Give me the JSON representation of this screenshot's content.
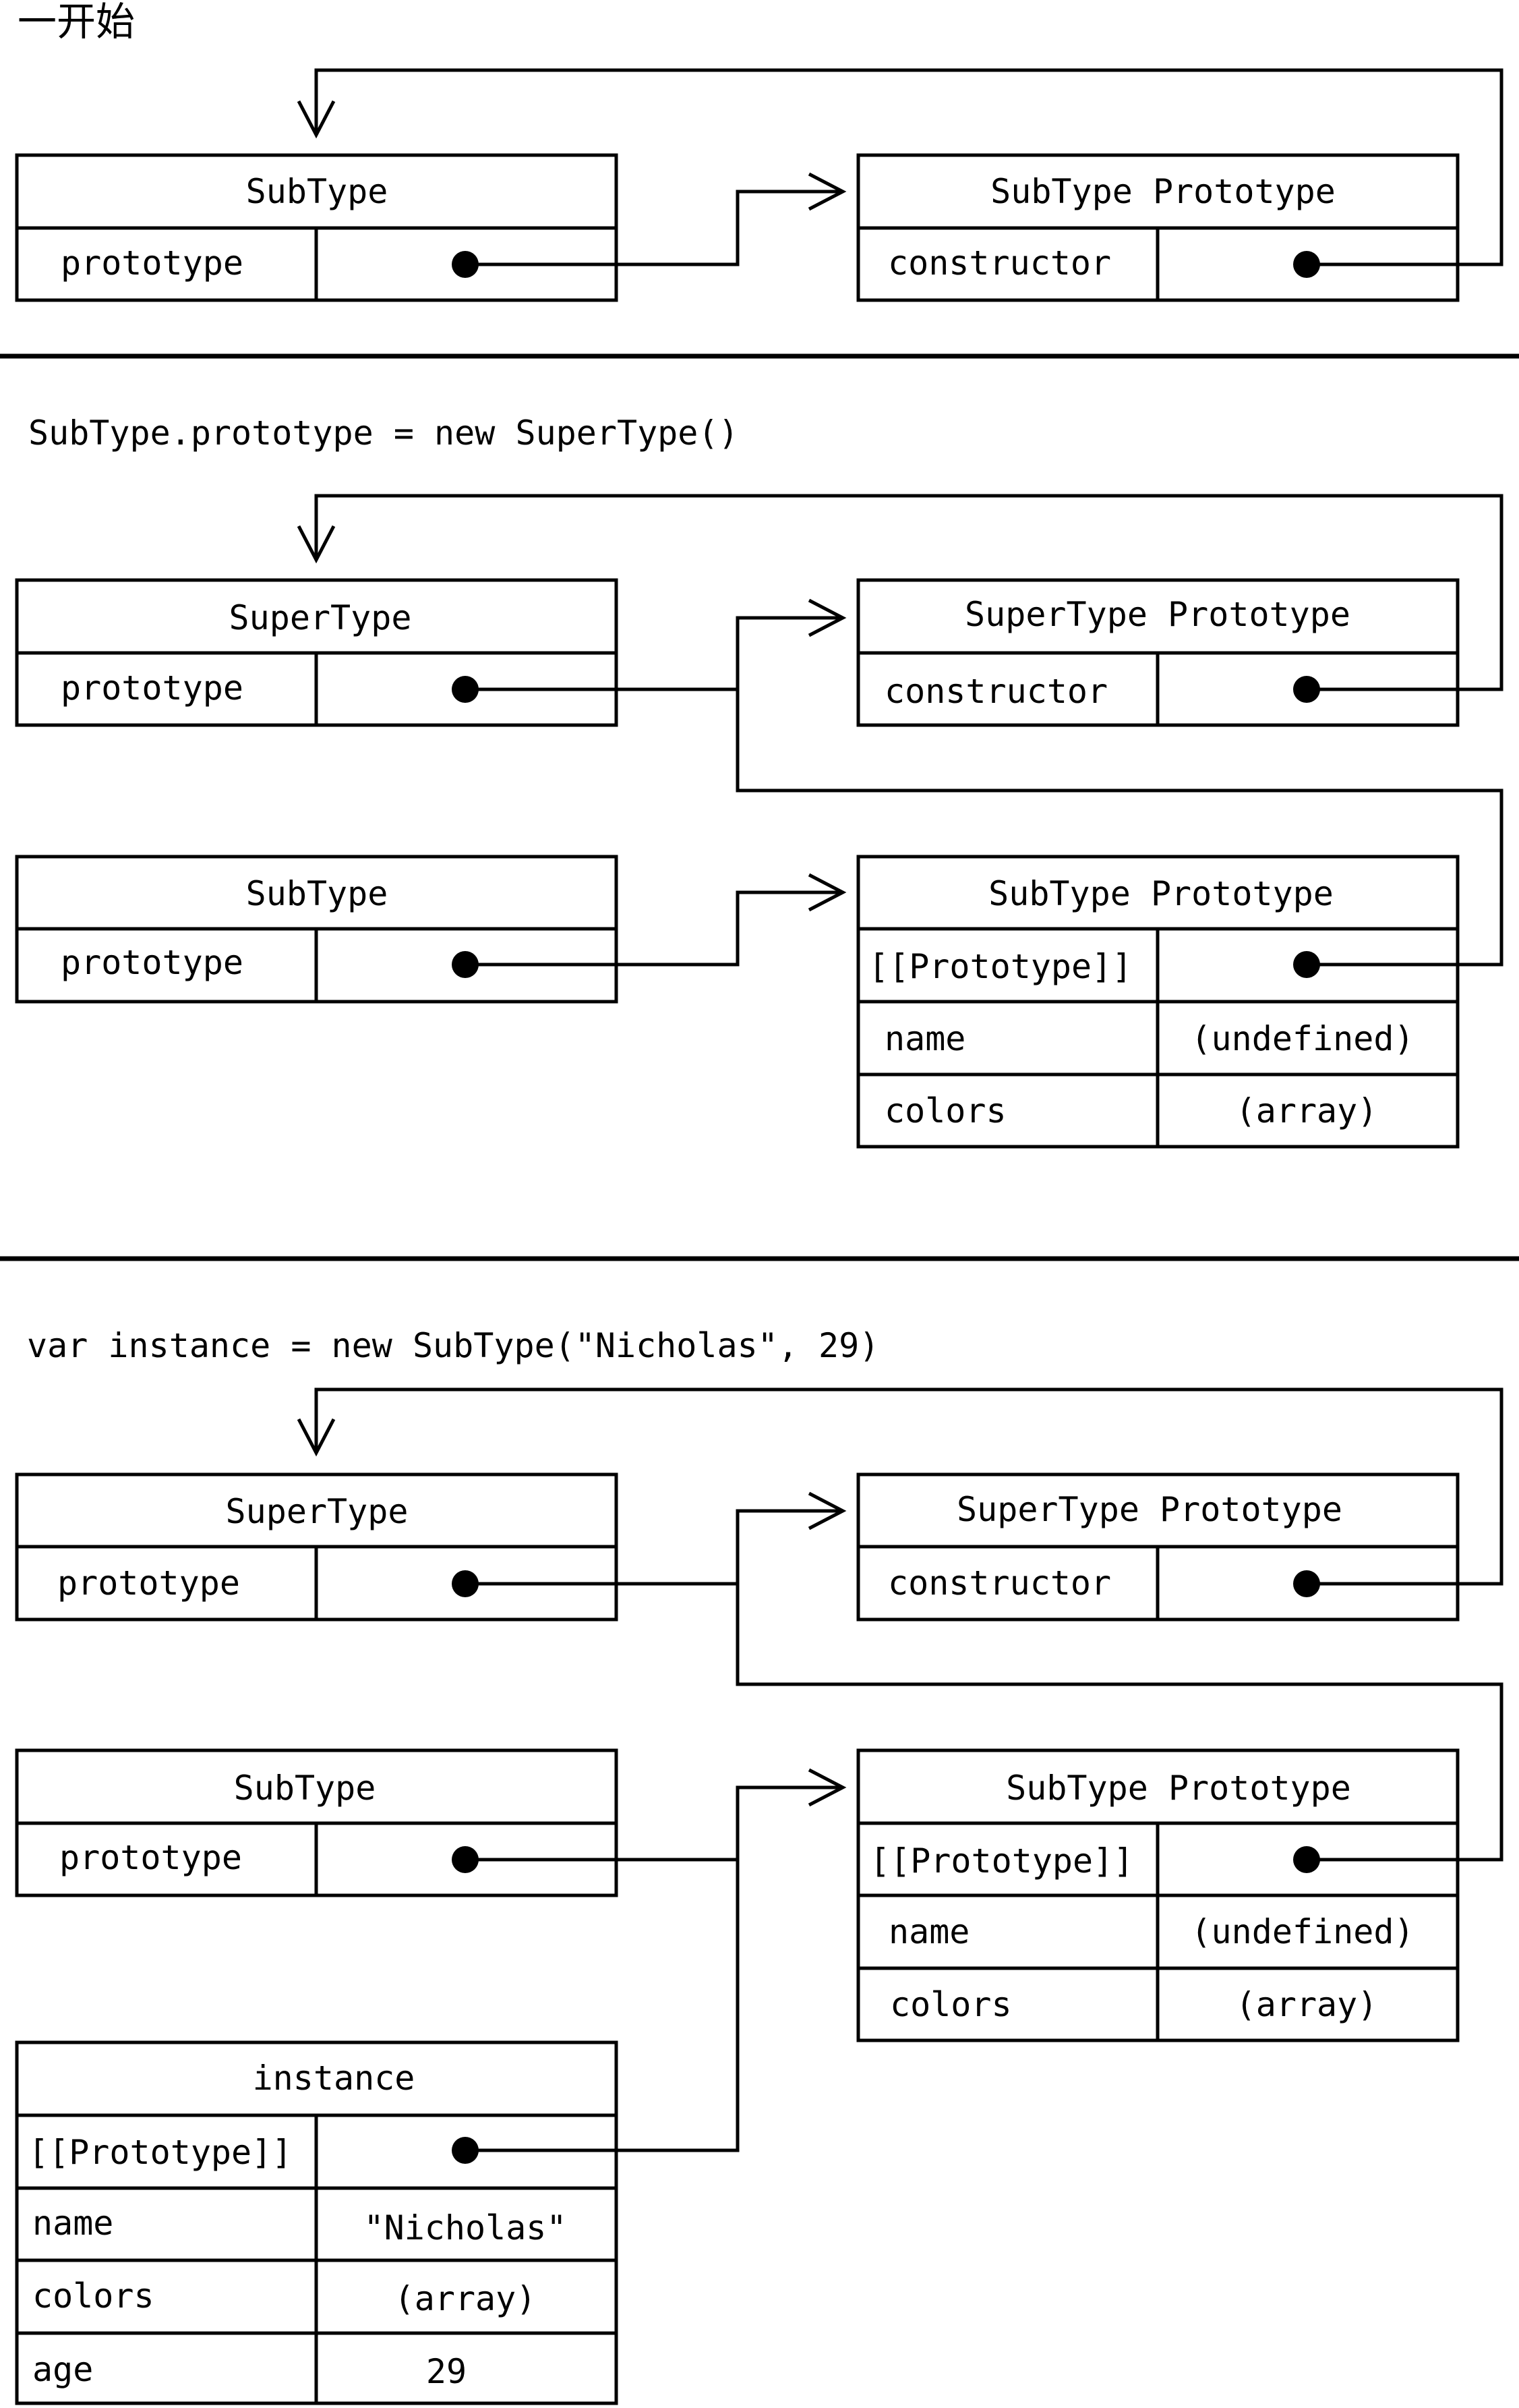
{
  "section1": {
    "heading": "一开始",
    "subtype": {
      "title": "SubType",
      "prop": "prototype"
    },
    "subtype_proto": {
      "title": "SubType Prototype",
      "prop": "constructor"
    }
  },
  "section2": {
    "code": "SubType.prototype = new SuperType()",
    "supertype": {
      "title": "SuperType",
      "prop": "prototype"
    },
    "supertype_proto": {
      "title": "SuperType Prototype",
      "prop": "constructor"
    },
    "subtype": {
      "title": "SubType",
      "prop": "prototype"
    },
    "subtype_proto": {
      "title": "SubType Prototype",
      "rows": [
        {
          "key": "[[Prototype]]",
          "value": ""
        },
        {
          "key": "name",
          "value": "(undefined)"
        },
        {
          "key": "colors",
          "value": "(array)"
        }
      ]
    }
  },
  "section3": {
    "code": "var instance = new SubType(\"Nicholas\", 29)",
    "supertype": {
      "title": "SuperType",
      "prop": "prototype"
    },
    "supertype_proto": {
      "title": "SuperType Prototype",
      "prop": "constructor"
    },
    "subtype": {
      "title": "SubType",
      "prop": "prototype"
    },
    "subtype_proto": {
      "title": "SubType Prototype",
      "rows": [
        {
          "key": "[[Prototype]]",
          "value": ""
        },
        {
          "key": "name",
          "value": "(undefined)"
        },
        {
          "key": "colors",
          "value": "(array)"
        }
      ]
    },
    "instance": {
      "title": "instance",
      "rows": [
        {
          "key": "[[Prototype]]",
          "value": ""
        },
        {
          "key": "name",
          "value": "\"Nicholas\""
        },
        {
          "key": "colors",
          "value": "(array)"
        },
        {
          "key": "age",
          "value": "29"
        }
      ]
    }
  }
}
